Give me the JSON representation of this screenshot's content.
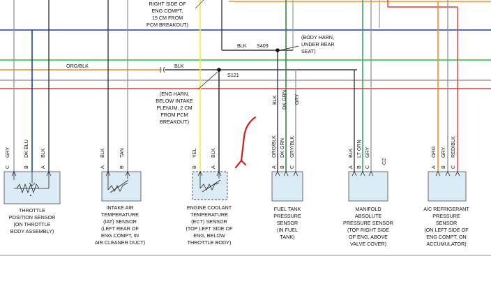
{
  "colors": {
    "blue": "#1c3f9a",
    "green": "#21c43a",
    "orange": "#f0902a",
    "red": "#e23a3a",
    "yellow": "#f2ee3c",
    "black": "#3a3a3a",
    "gray": "#9a9a9a",
    "ltgreen": "#3aa15a",
    "dkgreen": "#2e8a43",
    "sensor_fill": "#dcecf7",
    "mark": "#d41c1c"
  },
  "notes": {
    "top_left": [
      "RIGHT SIDE OF",
      "ENG COMPT,",
      "15 CM FROM",
      "PCM BREAKOUT)"
    ],
    "body_harn": [
      "(BODY HARN,",
      "UNDER REAR",
      "SEAT)"
    ],
    "eng_harn": [
      "(ENG HARN,",
      "BELOW INTAKE",
      "PLENUM, 2 CM",
      "FROM PCM",
      "BREAKOUT)"
    ]
  },
  "splices": {
    "s409_wire": "BLK",
    "s409": "S409",
    "s121_wire": "BLK",
    "s121": "S121"
  },
  "wire_labels": {
    "org_blk": "ORG/BLK",
    "blk_v": "BLK",
    "dk_grn_v": "DK GRN",
    "gry_v": "GRY"
  },
  "sensors": {
    "tp": {
      "pins": [
        {
          "letter": "C",
          "wire": "GRY"
        },
        {
          "letter": "B",
          "wire": "DK BLU"
        },
        {
          "letter": "A",
          "wire": "BLK"
        }
      ],
      "label": [
        "THROTTLE",
        "POSITION SENSOR",
        "(ON THROTTLE",
        "BODY ASSEMBLY)"
      ]
    },
    "iat": {
      "pins": [
        {
          "letter": "A",
          "wire": "BLK"
        },
        {
          "letter": "B",
          "wire": "TAN"
        }
      ],
      "label": [
        "INTAKE AIR",
        "TEMPERATURE",
        "(IAT) SENSOR",
        "(LEFT REAR OF",
        "ENG COMPT, IN",
        "AIR CLEANER DUCT)"
      ]
    },
    "ect": {
      "pins": [
        {
          "letter": "B",
          "wire": "YEL"
        },
        {
          "letter": "A",
          "wire": "BLK"
        }
      ],
      "label": [
        "ENGINE COOLANT",
        "TEMPERATURE",
        "(ECT) SENSOR",
        "(TOP LEFT SIDE OF",
        "ENG, BELOW",
        "THROTTLE BODY)"
      ]
    },
    "ftp": {
      "pins": [
        {
          "letter": "A",
          "wire": "ORG/BLK"
        },
        {
          "letter": "B",
          "wire": "DK GRN"
        },
        {
          "letter": "C",
          "wire": "GRY/BLK"
        }
      ],
      "label": [
        "FUEL TANK",
        "PRESSURE",
        "SENSOR",
        "(IN FUEL",
        "TANK)"
      ]
    },
    "map": {
      "pins": [
        {
          "letter": "A",
          "wire": "BLK"
        },
        {
          "letter": "B",
          "wire": "LT GRN"
        },
        {
          "letter": "C",
          "wire": "GRY"
        }
      ],
      "connector": "C2",
      "label": [
        "MANIFOLD",
        "ABSOLUTE",
        "PRESSURE SENSOR",
        "(TOP RIGHT SIDE",
        "OF ENG, ABOVE",
        "VALVE COVER)"
      ]
    },
    "acp": {
      "pins": [
        {
          "letter": "A",
          "wire": "ORG"
        },
        {
          "letter": "B",
          "wire": "GRY"
        },
        {
          "letter": "C",
          "wire": "RED/BLK"
        }
      ],
      "label": [
        "A/C REFRIGERANT",
        "PRESSURE",
        "SENSOR",
        "(ON LEFT SIDE OF",
        "ENG COMPT, ON",
        "ACCUMULATOR)"
      ]
    }
  }
}
